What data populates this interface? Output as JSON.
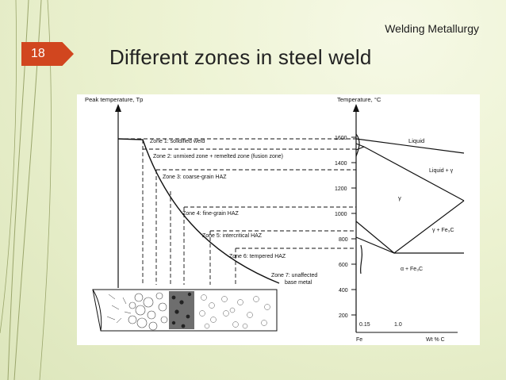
{
  "header": {
    "section": "Welding Metallurgy"
  },
  "slide": {
    "number": "18",
    "title": "Different zones in steel weld"
  },
  "colors": {
    "accent": "#d1461f",
    "background": "#e8efcc",
    "deco_lines": "#9aa56b"
  },
  "diagram": {
    "left_axis_label": "Peak temperature, Tp",
    "right_axis_label": "Temperature, °C",
    "zones": [
      "Zone 1: solidified weld",
      "Zone 2: unmixed zone + remelted zone (fusion zone)",
      "Zone 3: coarse-grain HAZ",
      "Zone 4: fine-grain HAZ",
      "Zone 5: intercritical HAZ",
      "Zone 6: tempered HAZ",
      "Zone 7: unaffected",
      "base metal"
    ],
    "temperature_ticks": [
      "1600",
      "1400",
      "1200",
      "1000",
      "800",
      "600",
      "400",
      "200"
    ],
    "phase_labels": [
      "Liquid",
      "Liquid + γ",
      "γ",
      "γ + Fe₃C",
      "α + Fe₃C"
    ],
    "composition": {
      "element": "Fe",
      "ticks": [
        "0.15",
        "1.0"
      ],
      "axis": "Wt % C"
    }
  }
}
